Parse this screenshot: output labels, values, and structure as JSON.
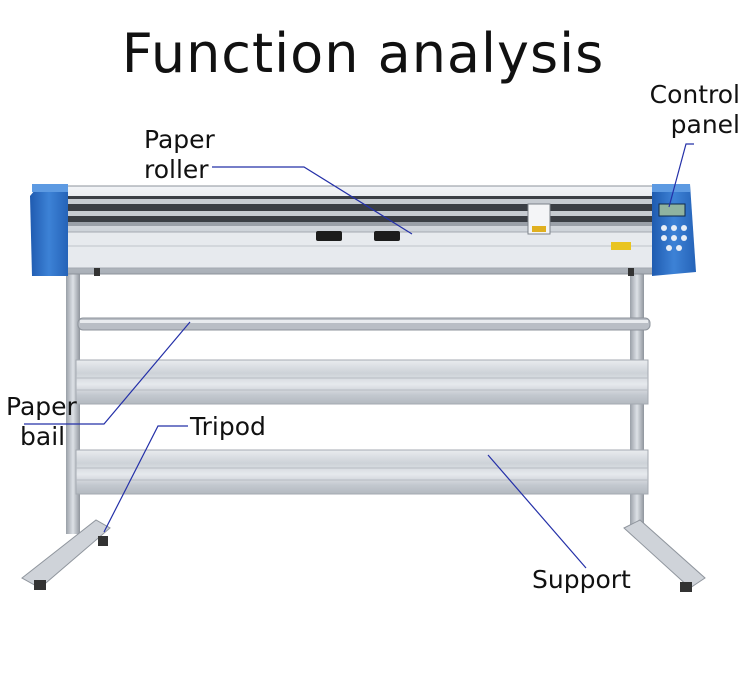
{
  "title": "Function analysis",
  "labels": {
    "control_panel": [
      "Control",
      "panel"
    ],
    "paper_roller": [
      "Paper",
      "roller"
    ],
    "paper_bail": [
      "Paper",
      "bail"
    ],
    "tripod": "Tripod",
    "support": "Support"
  },
  "colors": {
    "leader_line": "#2430a8",
    "end_cap_blue": "#2f6fc4",
    "frame_silver": "#c9ced5"
  }
}
